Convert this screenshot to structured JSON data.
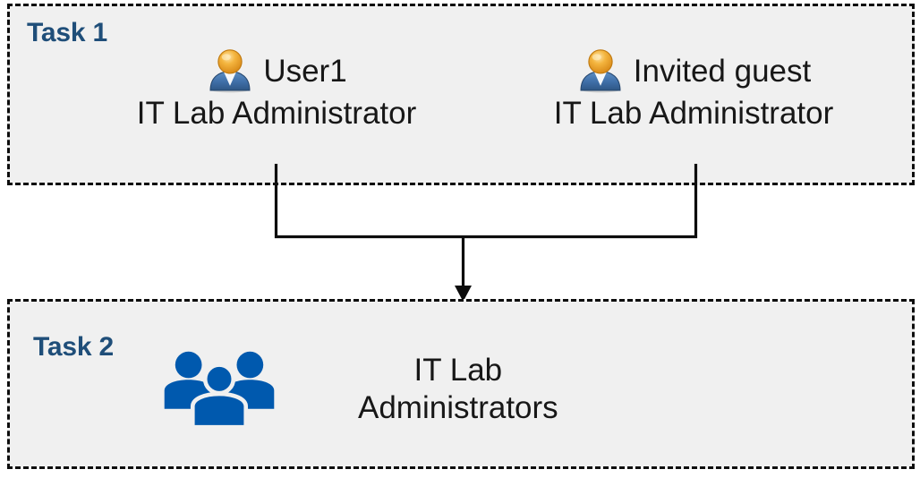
{
  "diagram": {
    "title_color": "#1F4E79",
    "box_fill": "#F0F0F0",
    "box_border": "#0d0d0d",
    "group_icon_color": "#0059AE",
    "text_color": "#171717"
  },
  "task1": {
    "label": "Task 1",
    "people": [
      {
        "icon": "user-icon",
        "name": "User1",
        "role": "IT Lab Administrator"
      },
      {
        "icon": "user-icon",
        "name": "Invited guest",
        "role": "IT Lab Administrator"
      }
    ]
  },
  "task2": {
    "label": "Task 2",
    "group": {
      "icon": "group-of-people-icon",
      "label": "IT Lab\nAdministrators"
    }
  },
  "connector": {
    "type": "merge-arrow",
    "from": [
      "User1",
      "Invited guest"
    ],
    "to": "IT Lab Administrators",
    "arrow_color": "#0d0d0d"
  }
}
